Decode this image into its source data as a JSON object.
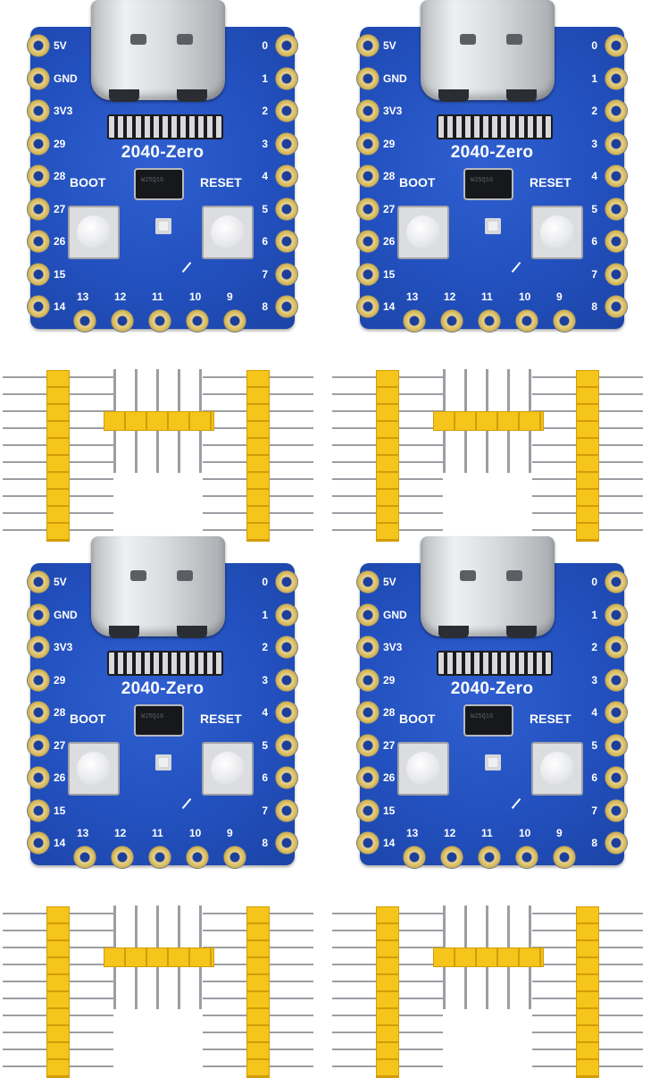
{
  "units": [
    {
      "title": "2040-Zero",
      "boot_label": "BOOT",
      "reset_label": "RESET",
      "left_pins": [
        "5V",
        "GND",
        "3V3",
        "29",
        "28",
        "27",
        "26",
        "15",
        "14"
      ],
      "right_pins": [
        "0",
        "1",
        "2",
        "3",
        "4",
        "5",
        "6",
        "7",
        "8"
      ],
      "bottom_pins": [
        "13",
        "12",
        "11",
        "10",
        "9"
      ]
    },
    {
      "title": "2040-Zero",
      "boot_label": "BOOT",
      "reset_label": "RESET",
      "left_pins": [
        "5V",
        "GND",
        "3V3",
        "29",
        "28",
        "27",
        "26",
        "15",
        "14"
      ],
      "right_pins": [
        "0",
        "1",
        "2",
        "3",
        "4",
        "5",
        "6",
        "7",
        "8"
      ],
      "bottom_pins": [
        "13",
        "12",
        "11",
        "10",
        "9"
      ]
    },
    {
      "title": "2040-Zero",
      "boot_label": "BOOT",
      "reset_label": "RESET",
      "left_pins": [
        "5V",
        "GND",
        "3V3",
        "29",
        "28",
        "27",
        "26",
        "15",
        "14"
      ],
      "right_pins": [
        "0",
        "1",
        "2",
        "3",
        "4",
        "5",
        "6",
        "7",
        "8"
      ],
      "bottom_pins": [
        "13",
        "12",
        "11",
        "10",
        "9"
      ]
    },
    {
      "title": "2040-Zero",
      "boot_label": "BOOT",
      "reset_label": "RESET",
      "left_pins": [
        "5V",
        "GND",
        "3V3",
        "29",
        "28",
        "27",
        "26",
        "15",
        "14"
      ],
      "right_pins": [
        "0",
        "1",
        "2",
        "3",
        "4",
        "5",
        "6",
        "7",
        "8"
      ],
      "bottom_pins": [
        "13",
        "12",
        "11",
        "10",
        "9"
      ]
    }
  ],
  "colors": {
    "pcb": "#2250be",
    "header": "#f5c51b",
    "pad": "#d8bd63"
  }
}
